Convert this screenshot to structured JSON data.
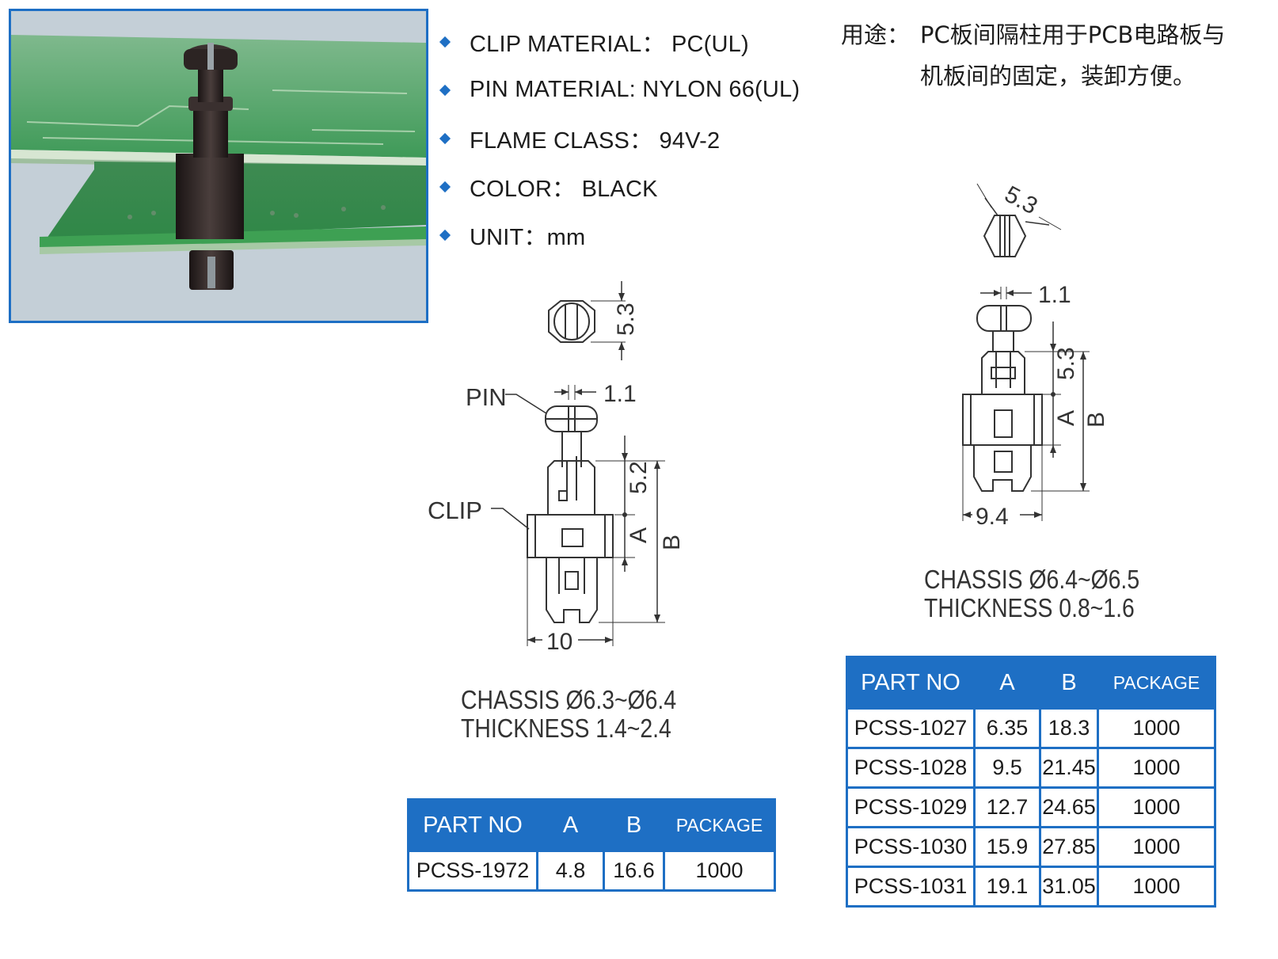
{
  "specs": [
    {
      "text": "CLIP MATERIAL： PC(UL)"
    },
    {
      "text": "PIN MATERIAL: NYLON 66(UL)"
    },
    {
      "text": "FLAME CLASS： 94V-2"
    },
    {
      "text": "COLOR： BLACK"
    },
    {
      "text": "UNIT：mm"
    }
  ],
  "usage": {
    "label": "用途：",
    "line1": "PC板间隔柱用于PCB电路板与",
    "line2": "机板间的固定，装卸方便。"
  },
  "drawing_left": {
    "pin_label": "PIN",
    "clip_label": "CLIP",
    "dim_hex": "5.3",
    "dim_slot": "1.1",
    "dim_upper": "5.2",
    "dim_a": "A",
    "dim_b": "B",
    "dim_width": "10",
    "chassis": "CHASSIS  Ø6.3~Ø6.4",
    "thickness": "THICKNESS  1.4~2.4"
  },
  "drawing_right": {
    "dim_hex": "5.3",
    "dim_slot": "1.1",
    "dim_upper": "5.3",
    "dim_a": "A",
    "dim_b": "B",
    "dim_width": "9.4",
    "chassis": "CHASSIS  Ø6.4~Ø6.5",
    "thickness": "THICKNESS  0.8~1.6"
  },
  "table_left": {
    "headers": [
      "PART NO",
      "A",
      "B",
      "PACKAGE"
    ],
    "rows": [
      [
        "PCSS-1972",
        "4.8",
        "16.6",
        "1000"
      ]
    ]
  },
  "table_right": {
    "headers": [
      "PART NO",
      "A",
      "B",
      "PACKAGE"
    ],
    "rows": [
      [
        "PCSS-1027",
        "6.35",
        "18.3",
        "1000"
      ],
      [
        "PCSS-1028",
        "9.5",
        "21.45",
        "1000"
      ],
      [
        "PCSS-1029",
        "12.7",
        "24.65",
        "1000"
      ],
      [
        "PCSS-1030",
        "15.9",
        "27.85",
        "1000"
      ],
      [
        "PCSS-1031",
        "19.1",
        "31.05",
        "1000"
      ]
    ]
  },
  "colors": {
    "accent": "#1e6fc4",
    "pcb_green": "#2f9a4e",
    "drawing": "#333333"
  }
}
